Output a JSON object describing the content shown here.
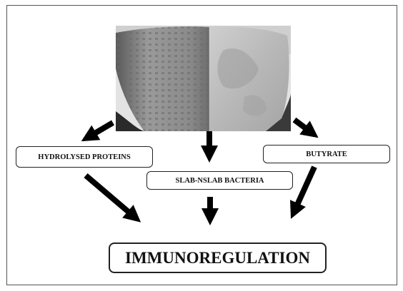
{
  "diagram": {
    "nodes": {
      "hydrolysed_proteins": "HYDROLYSED PROTEINS",
      "slab_nslab": "SLAB-NSLAB BACTERIA",
      "butyrate": "BUTYRATE",
      "immunoregulation": "IMMUNOREGULATION"
    },
    "edges": [
      {
        "from": "cheese-image",
        "to": "hydrolysed_proteins"
      },
      {
        "from": "cheese-image",
        "to": "slab_nslab"
      },
      {
        "from": "cheese-image",
        "to": "butyrate"
      },
      {
        "from": "hydrolysed_proteins",
        "to": "immunoregulation"
      },
      {
        "from": "slab_nslab",
        "to": "immunoregulation"
      },
      {
        "from": "butyrate",
        "to": "immunoregulation"
      }
    ],
    "image": "cheese-wheel-cross-section-photo"
  }
}
